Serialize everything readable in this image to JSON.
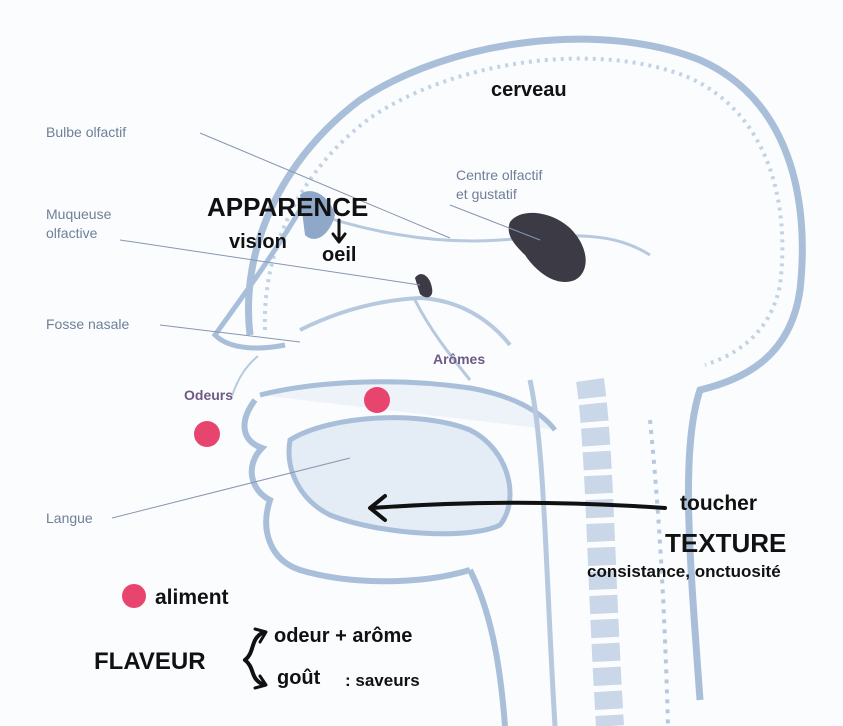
{
  "labels": {
    "cerveau": "cerveau",
    "bulbe": "Bulbe olfactif",
    "centre_1": "Centre olfactif",
    "centre_2": "et gustatif",
    "muqueuse_1": "Muqueuse",
    "muqueuse_2": "olfactive",
    "apparence": "APPARENCE",
    "vision": "vision",
    "oeil": "oeil",
    "fosse": "Fosse nasale",
    "aromes": "Arômes",
    "odeurs": "Odeurs",
    "langue": "Langue",
    "toucher": "toucher",
    "texture": "TEXTURE",
    "consistance": "consistance, onctuosité",
    "aliment": "aliment",
    "flaveur": "FLAVEUR",
    "odeur_arome": "odeur + arôme",
    "gout": "goût",
    "saveurs": ": saveurs"
  },
  "colors": {
    "anatomy_line": "#a9bfd9",
    "anatomy_fill": "#dfe8f3",
    "marker_dot": "#e8456e",
    "olfactory_center": "#3b3a45",
    "annotation_text": "#111111"
  }
}
